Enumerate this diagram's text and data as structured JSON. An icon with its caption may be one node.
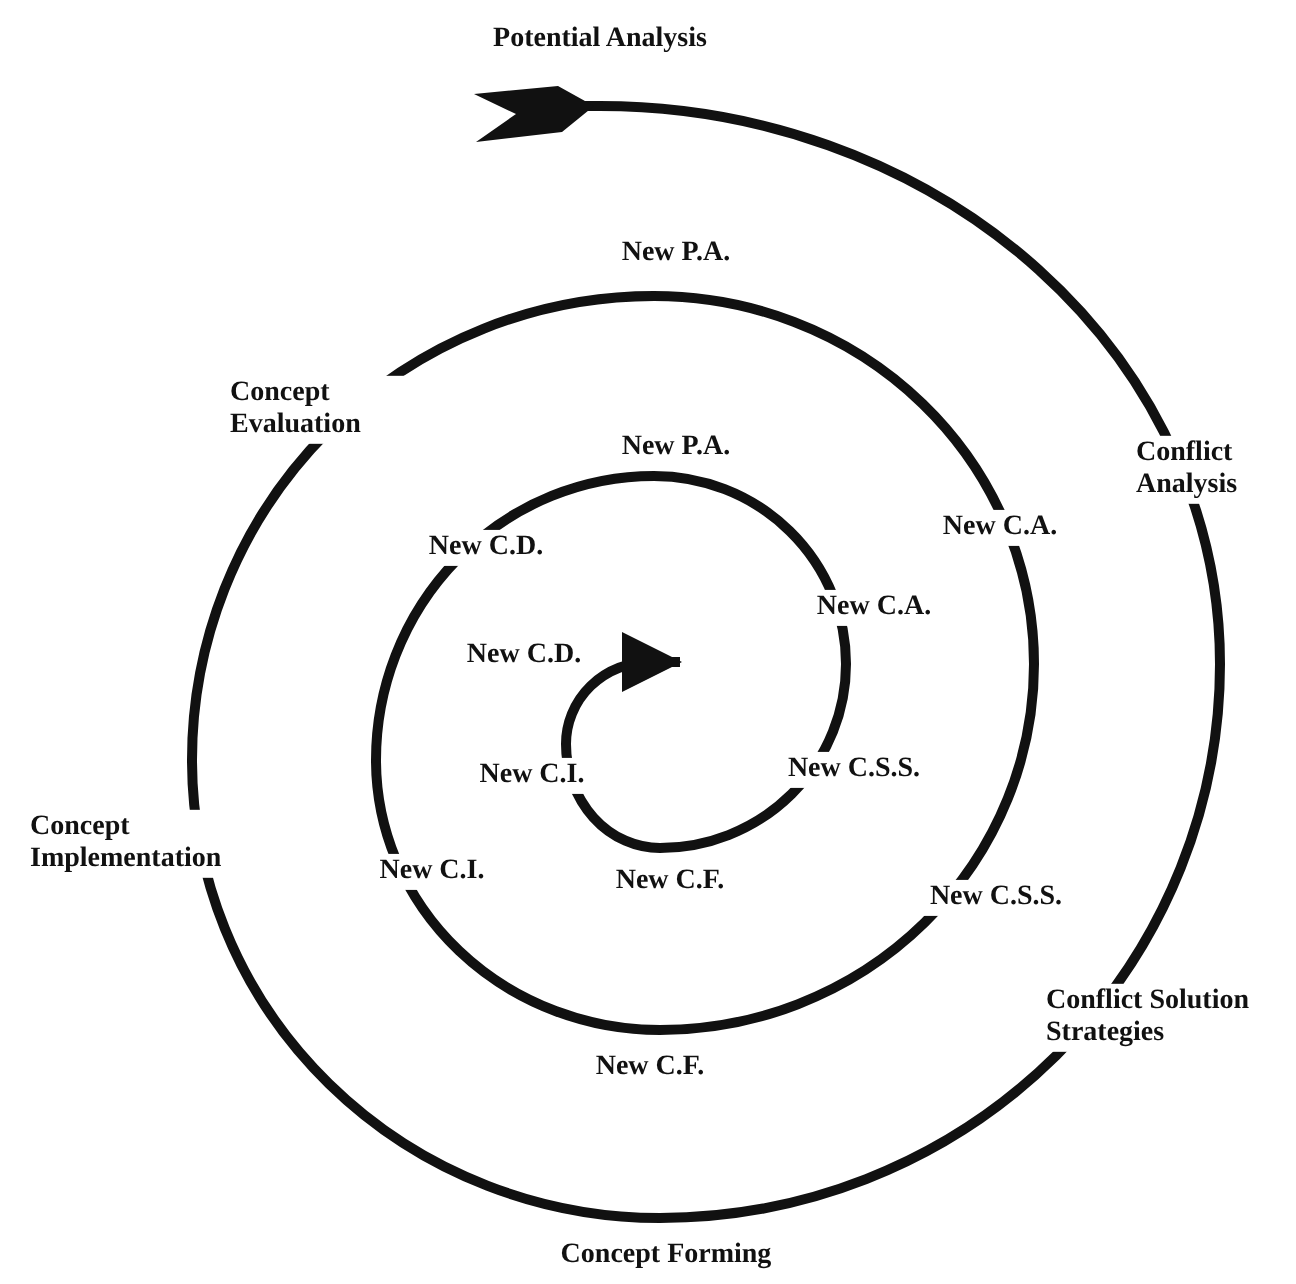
{
  "diagram": {
    "labels": [
      "Potential Analysis",
      "New P.A.",
      "Concept Evaluation",
      "Conflict Analysis",
      "New P.A.",
      "New C.D.",
      "New C.A.",
      "New C.A.",
      "New C.D.",
      "New C.I.",
      "New C.S.S.",
      "Concept Implementation",
      "New C.I.",
      "New C.F.",
      "New C.S.S.",
      "Conflict Solution Strategies",
      "New C.F.",
      "Concept Forming"
    ]
  }
}
